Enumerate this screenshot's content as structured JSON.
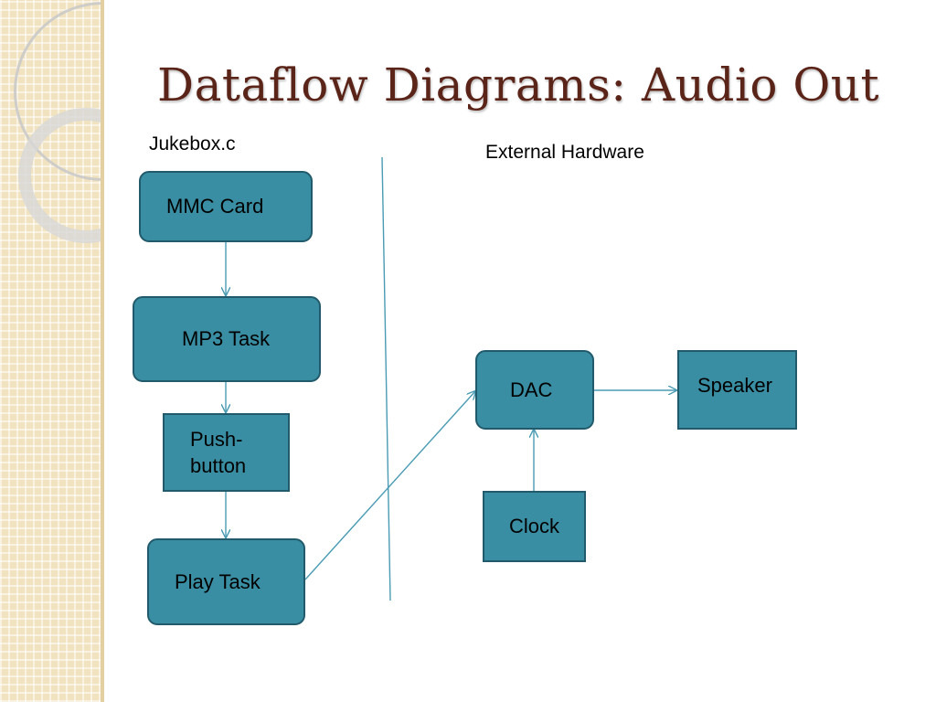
{
  "slide": {
    "title": "Dataflow Diagrams: Audio Out"
  },
  "regions": {
    "left_label": "Jukebox.c",
    "right_label": "External Hardware"
  },
  "nodes": {
    "mmc_card": "MMC Card",
    "mp3_task": "MP3 Task",
    "push_button": "Push-\nbutton",
    "play_task": "Play Task",
    "dac": "DAC",
    "speaker": "Speaker",
    "clock": "Clock"
  },
  "edges": [
    {
      "from": "MMC Card",
      "to": "MP3 Task"
    },
    {
      "from": "MP3 Task",
      "to": "Push-button"
    },
    {
      "from": "Push-button",
      "to": "Play Task"
    },
    {
      "from": "Play Task",
      "to": "DAC"
    },
    {
      "from": "DAC",
      "to": "Speaker"
    },
    {
      "from": "Clock",
      "to": "DAC"
    }
  ],
  "colors": {
    "title": "#5b2419",
    "box_fill": "#3a8ea3",
    "box_border": "#215a6b",
    "arrow": "#4a9bb3",
    "side_strip": "#f1e3bf"
  }
}
